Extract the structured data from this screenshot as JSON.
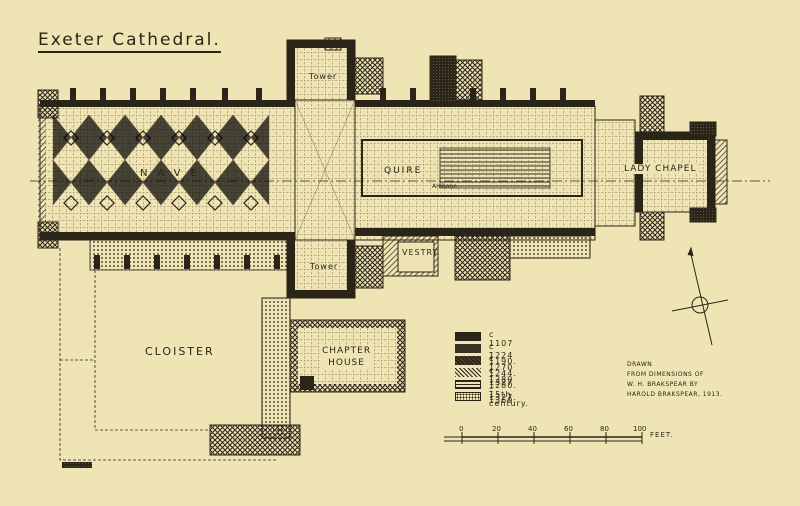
{
  "title": "Exeter Cathedral.",
  "labels": {
    "tower_north": "Tower",
    "tower_south": "Tower",
    "nave": "NAVE",
    "quire": "QUIRE",
    "ambo": "Ambone",
    "lady_chapel": "LADY CHAPEL",
    "vestry": "VESTRY",
    "cloister": "CLOISTER",
    "chapter_house_1": "CHAPTER",
    "chapter_house_2": "HOUSE"
  },
  "legend": [
    {
      "label": "c 1107 – 1190.",
      "pattern": "solid"
    },
    {
      "label": "c 1224 – 1244.",
      "pattern": "dense"
    },
    {
      "label": "c 1270 – 1280.",
      "pattern": "hatch"
    },
    {
      "label": "c 1280 – 1327.",
      "pattern": "cross"
    },
    {
      "label": "1327 – 1369.",
      "pattern": "light"
    },
    {
      "label": "15th century.",
      "pattern": "dots"
    }
  ],
  "credit": {
    "line1": "DRAWN",
    "line2": "FROM DIMENSIONS OF",
    "line3": "W. H. BRAKSPEAR BY",
    "line4": "HAROLD BRAKSPEAR, 1913."
  },
  "scale": {
    "ticks": [
      "0",
      "20",
      "40",
      "60",
      "80",
      "100"
    ],
    "unit": "FEET."
  },
  "colors": {
    "paper": "#efe5b4",
    "ink": "#2b2418"
  }
}
